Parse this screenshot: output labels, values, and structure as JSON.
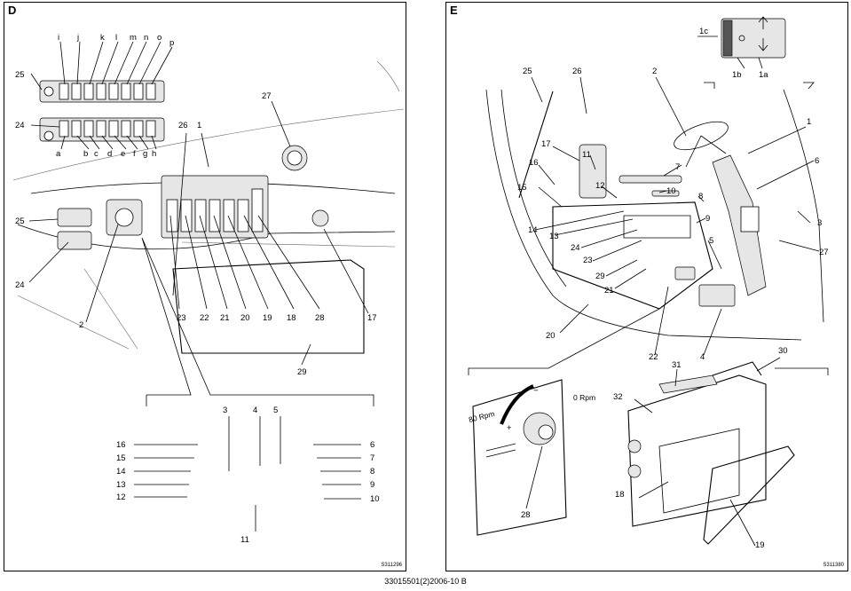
{
  "panel_d": {
    "letter": "D",
    "top_letters": [
      "i",
      "j",
      "k",
      "l",
      "m",
      "n",
      "o",
      "p"
    ],
    "bottom_letters": [
      "a",
      "b",
      "c",
      "d",
      "e",
      "f",
      "g",
      "h"
    ],
    "labels": {
      "n25": "25",
      "n24": "24",
      "n27": "27",
      "n26": "26",
      "n1": "1",
      "n25b": "25",
      "n24b": "24",
      "n2": "2",
      "n23": "23",
      "n22": "22",
      "n21": "21",
      "n20": "20",
      "n19": "19",
      "n18": "18",
      "n28": "28",
      "n17": "17",
      "n29": "29",
      "n3": "3",
      "n4": "4",
      "n5": "5",
      "n16": "16",
      "n15": "15",
      "n14": "14",
      "n13": "13",
      "n12": "12",
      "n6": "6",
      "n7": "7",
      "n8": "8",
      "n9": "9",
      "n10": "10",
      "n11": "11"
    },
    "code": "S311296"
  },
  "panel_e": {
    "letter": "E",
    "labels": {
      "n1c": "1c",
      "n1b": "1b",
      "n1a": "1a",
      "n25": "25",
      "n26": "26",
      "n2": "2",
      "n1": "1",
      "n17": "17",
      "n11": "11",
      "n16": "16",
      "n7": "7",
      "n6": "6",
      "n15": "15",
      "n12": "12",
      "n10": "10",
      "n8": "8",
      "n9": "9",
      "n3": "3",
      "n14": "14",
      "n13": "13",
      "n24": "24",
      "n23": "23",
      "n5": "5",
      "n27": "27",
      "n29": "29",
      "n21": "21",
      "n20": "20",
      "n22": "22",
      "n4": "4",
      "n30": "30",
      "n31": "31",
      "n32": "32",
      "n18": "18",
      "n28": "28",
      "n19": "19"
    },
    "rpm_high": "80 Rpm",
    "rpm_low": "0 Rpm",
    "minus": "−",
    "plus": "+",
    "code": "S311380"
  },
  "footer": "33015501(2)2006-10 B"
}
